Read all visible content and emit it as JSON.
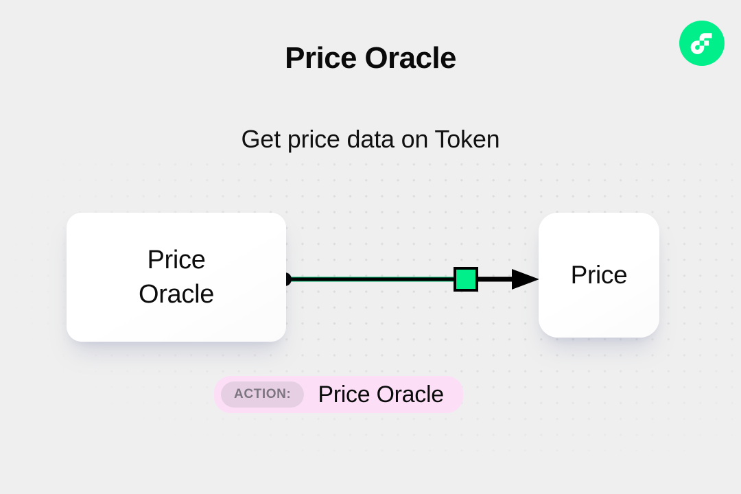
{
  "page": {
    "title": "Price Oracle",
    "subtitle": "Get price data on Token",
    "background_color": "#EFEFEF",
    "dot_color": "#DDDDDD"
  },
  "brand": {
    "logo_name": "flow-logo",
    "accent_color": "#00EF8B",
    "mark_color": "#FFFFFF"
  },
  "graph": {
    "nodes": [
      {
        "id": "source",
        "label": "Price\nOracle",
        "role": "source-node",
        "background": "#FFFFFF"
      },
      {
        "id": "target",
        "label": "Price",
        "role": "target-node",
        "background": "#FFFFFF"
      }
    ],
    "edge": {
      "name": "source-to-target-edge",
      "start_handle": "filled-dot",
      "end_handle": "arrowhead",
      "midpoint_marker": "green-square",
      "marker_color": "#00EF8B",
      "marker_border_color": "#000000",
      "line_color": "#000000",
      "line_color_left_segment": "#00B96F"
    }
  },
  "action_badge": {
    "prefix_label": "ACTION:",
    "value": "Price Oracle",
    "pill_color": "#FCDFF7",
    "chip_color": "#E6CFE3",
    "chip_text_color": "#7D7580"
  }
}
